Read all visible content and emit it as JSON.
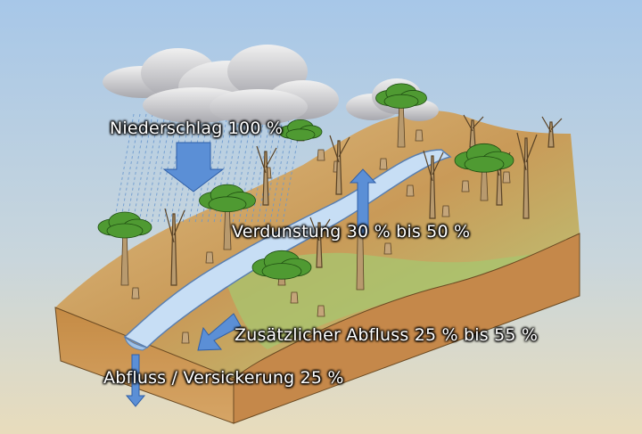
{
  "labels": {
    "precipitation": "Niederschlag 100 %",
    "evaporation": "Verdunstung 30 % bis 50 %",
    "additional_runoff": "Zusätzlicher Abfluss 25 % bis 55 %",
    "runoff_infiltration": "Abfluss / Versickerung 25 %"
  },
  "colors": {
    "sky_top": "#a8c8e8",
    "sky_bottom": "#e6dcc0",
    "soil_top": "#d9b27a",
    "soil_side": "#c9924e",
    "grass": "#9cc06a",
    "river": "#c3dcf5",
    "arrow": "#5b8fd6",
    "foliage": "#4f9a32",
    "trunk": "#b89a6e"
  }
}
